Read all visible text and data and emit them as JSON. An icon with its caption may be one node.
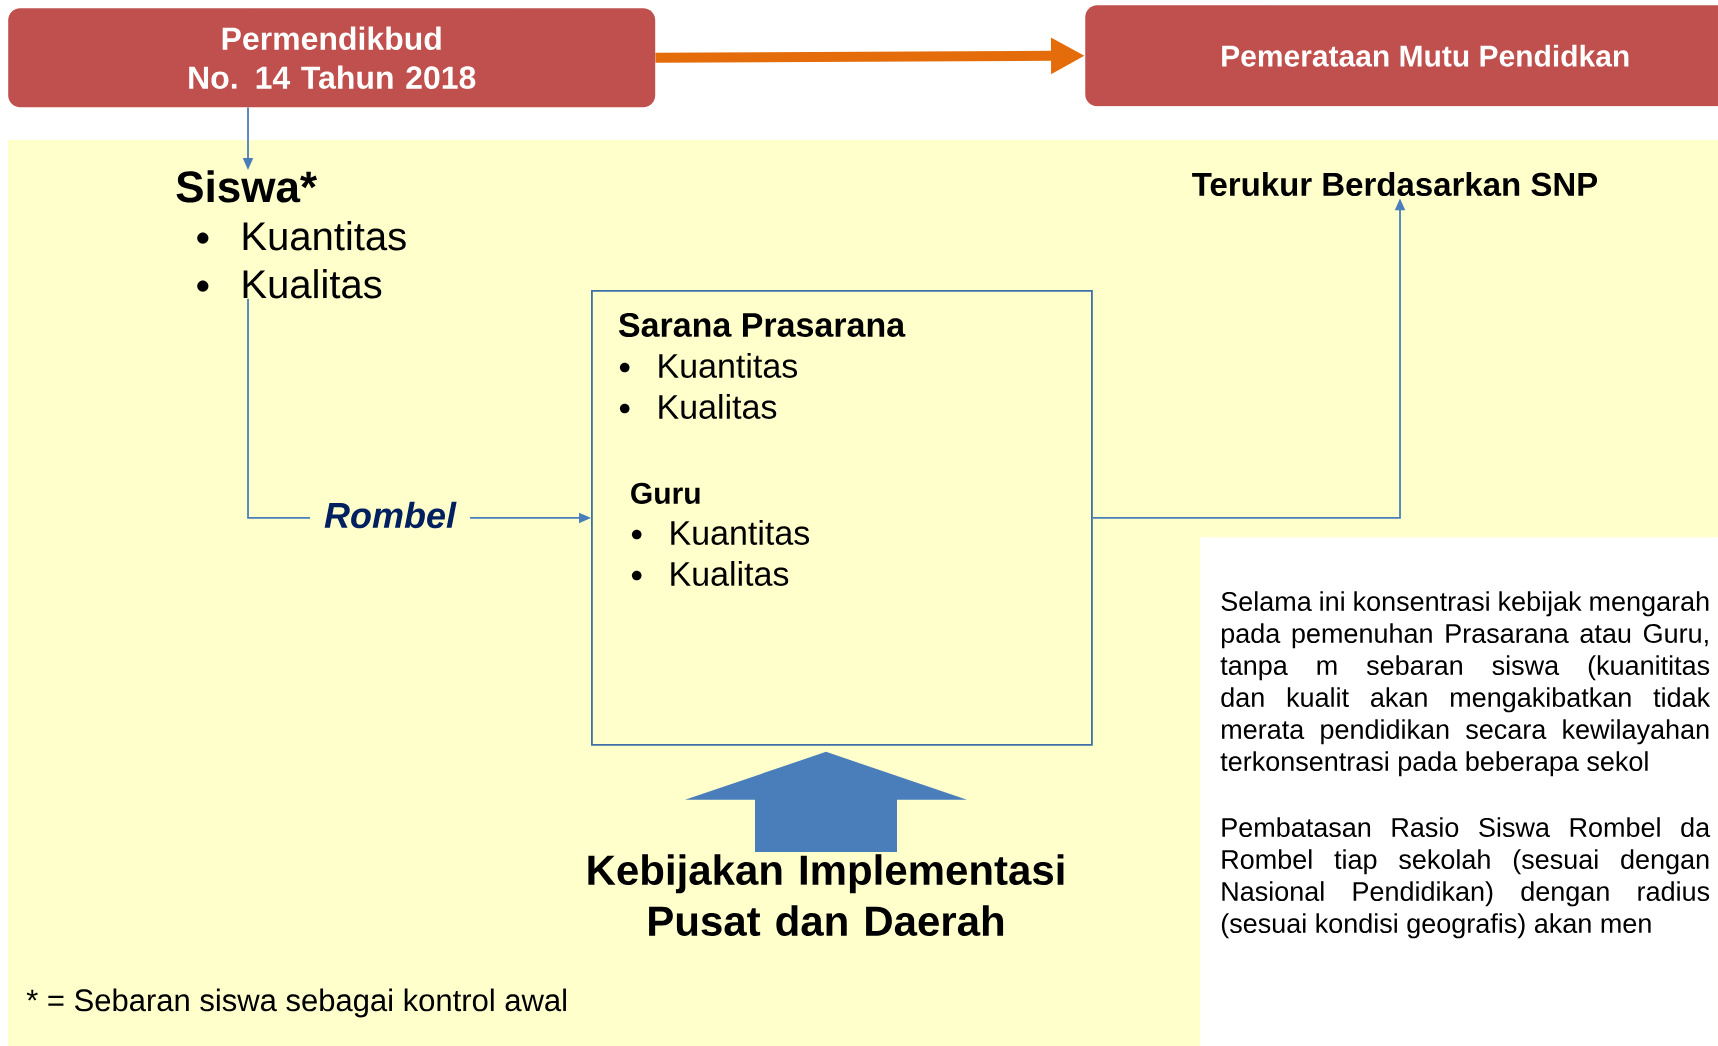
{
  "diagram": {
    "nodes": [
      {
        "text": [
          "Permendikbud No. 14 Tahun 2018"
        ]
      },
      {
        "text": [
          "Pemerataan Mutu Pendidkan"
        ]
      },
      {
        "text": [
          "Siswa*",
          "Kuantitas",
          "Kualitas"
        ]
      },
      {
        "text": [
          "Sarana Prasarana",
          "Kuantitas",
          "Kualitas",
          "Guru",
          "Kuantitas",
          "Kualitas"
        ]
      },
      {
        "text": [
          "Terukur Berdasarkan SNP"
        ]
      },
      {
        "text": [
          "Kebijakan Implementasi Pusat dan Daerah"
        ]
      },
      {
        "text": [
          "Selama ini konsentrasi kebijak mengarah pada pemenuhan Prasarana atau Guru, tanpa m sebaran siswa (kuanititas dan kualit akan mengakibatkan tidak merata pendidikan secara kewilayahan terkonsentrasi pada beberapa sekol",
          "Pembatasan Rasio Siswa Rombel da Rombel tiap sekolah (sesuai dengan Nasional Pendidikan) dengan radius (sesuai kondisi geografis) akan men"
        ]
      }
    ],
    "edges": [
      {
        "from": 0,
        "to": 1,
        "arrow": "to",
        "style": "thick",
        "color": "#e46c0a"
      },
      {
        "from": 0,
        "to": 2,
        "arrow": "to"
      },
      {
        "from": 2,
        "to": 3,
        "arrow": "to",
        "label": "Rombel"
      },
      {
        "from": 3,
        "to": 4,
        "arrow": "to"
      },
      {
        "from": 5,
        "to": 3,
        "arrow": "to",
        "style": "thick"
      }
    ],
    "labels": [
      "* = Sebaran siswa sebagai kontrol awal"
    ]
  }
}
